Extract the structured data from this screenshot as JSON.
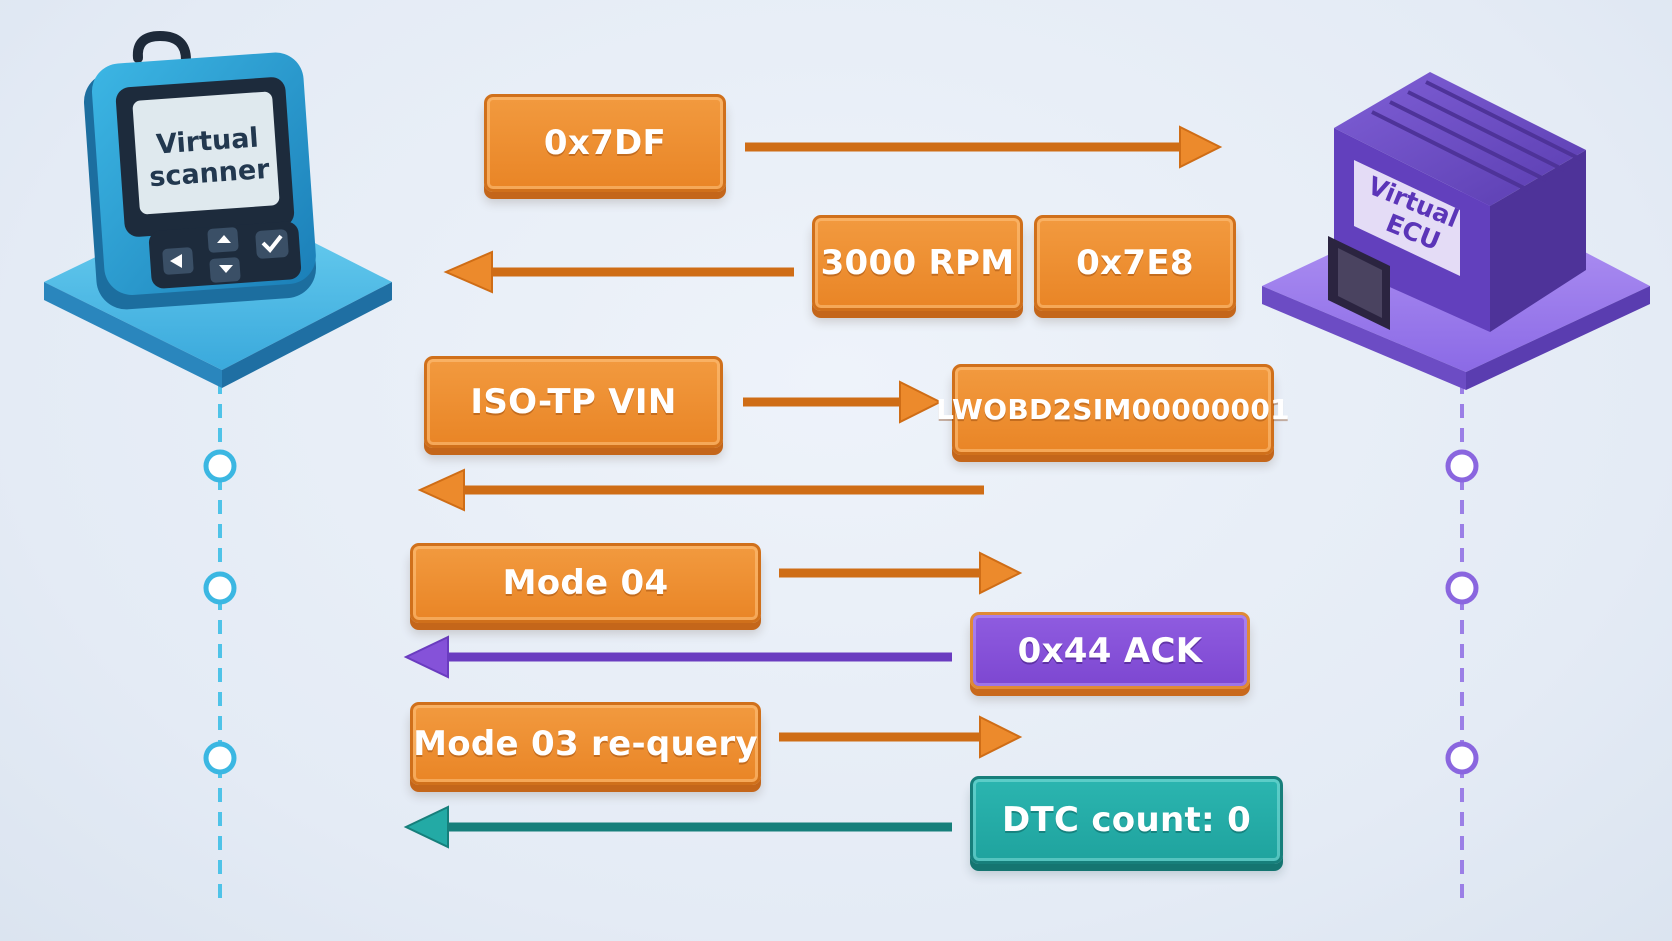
{
  "actors": {
    "scanner": {
      "screen_line1": "Virtual",
      "screen_line2": "scanner"
    },
    "ecu": {
      "label_line1": "Virtual",
      "label_line2": "ECU"
    }
  },
  "messages": [
    {
      "text": "0x7DF",
      "color": "orange"
    },
    {
      "text": "3000 RPM",
      "color": "orange"
    },
    {
      "text": "0x7E8",
      "color": "orange"
    },
    {
      "text": "ISO-TP VIN",
      "color": "orange"
    },
    {
      "text": "LWOBD2SIM00000001",
      "color": "orange"
    },
    {
      "text": "Mode 04",
      "color": "orange"
    },
    {
      "text": "0x44 ACK",
      "color": "purple"
    },
    {
      "text": "Mode 03 re-query",
      "color": "orange"
    },
    {
      "text": "DTC count: 0",
      "color": "teal"
    }
  ],
  "colors": {
    "orange": "#ec8a2c",
    "purple": "#8552d9",
    "teal": "#23aaa5",
    "scanner_blue": "#2ea6d9",
    "ecu_purple": "#6f4bc9"
  }
}
